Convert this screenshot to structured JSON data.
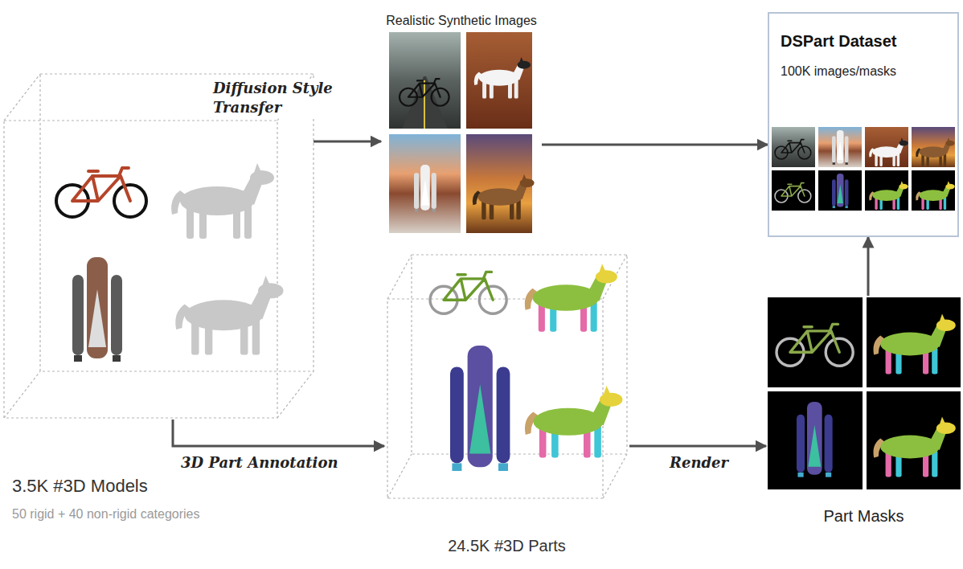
{
  "diagram": {
    "nodes": [
      {
        "text": [
          "3.5K #3D Models",
          "50 rigid + 40 non-rigid categories"
        ]
      },
      {
        "text": [
          "Realistic Synthetic Images"
        ]
      },
      {
        "text": [
          "DSPart Dataset",
          "100K images/masks"
        ]
      },
      {
        "text": [
          "24.5K #3D Parts"
        ]
      },
      {
        "text": [
          "Part Masks"
        ]
      }
    ],
    "edges": [
      {
        "from": 0,
        "to": 1,
        "label": "Diffusion Style Transfer",
        "arrow": "to"
      },
      {
        "from": 1,
        "to": 2,
        "arrow": "to"
      },
      {
        "from": 0,
        "to": 3,
        "label": "3D Part Annotation",
        "arrow": "to"
      },
      {
        "from": 3,
        "to": 4,
        "label": "Render",
        "arrow": "to"
      },
      {
        "from": 4,
        "to": 2,
        "arrow": "to"
      }
    ]
  }
}
